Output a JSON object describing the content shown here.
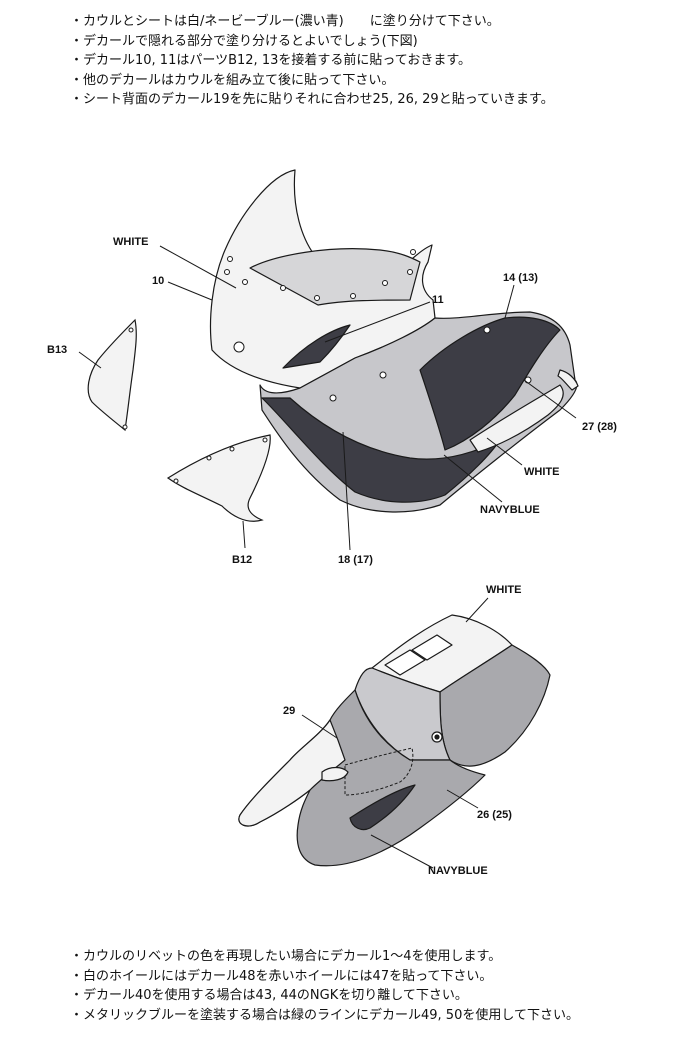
{
  "instructions_top": [
    "・カウルとシートは白/ネービーブルー(濃い青)　　に塗り分けて下さい。",
    "・デカールで隠れる部分で塗り分けるとよいでしょう(下図)",
    "・デカール10, 11はパーツB12, 13を接着する前に貼っておきます。",
    "・他のデカールはカウルを組み立て後に貼って下さい。",
    "・シート背面のデカール19を先に貼りそれに合わせ25, 26, 29と貼っていきます。"
  ],
  "instructions_bottom": [
    "・カウルのリベットの色を再現したい場合にデカール1～4を使用します。",
    "・白のホイールにはデカール48を赤いホイールには47を貼って下さい。",
    "・デカール40を使用する場合は43, 44のNGKを切り離して下さい。",
    "・メタリックブルーを塗装する場合は緑のラインにデカール49, 50を使用して下さい。"
  ],
  "cowl_labels": {
    "white_top": "WHITE",
    "decal_10": "10",
    "decal_11": "11",
    "decal_14": "14 (13)",
    "part_b13": "B13",
    "decal_27": "27 (28)",
    "white_side": "WHITE",
    "navyblue": "NAVYBLUE",
    "part_b12": "B12",
    "decal_18": "18 (17)"
  },
  "seat_labels": {
    "white": "WHITE",
    "decal_29": "29",
    "decal_26": "26 (25)",
    "navyblue": "NAVYBLUE"
  },
  "colors": {
    "white_area": "#f3f3f3",
    "navy_area": "#3d3d45",
    "grey_area": "#a9a9ad",
    "line": "#1a1a1a"
  }
}
